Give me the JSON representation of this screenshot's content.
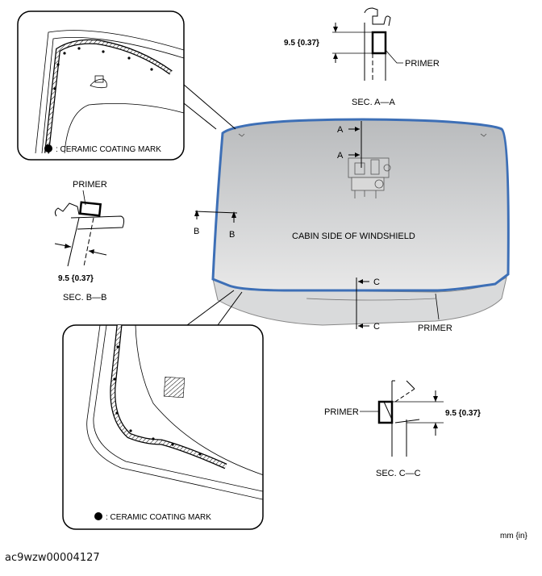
{
  "colors": {
    "primer_line": "#3d6fb6",
    "glass": "#c9cbcd",
    "callout_border": "#000000"
  },
  "callout_top": {
    "legend_text": ": CERAMIC COATING MARK"
  },
  "callout_bottom": {
    "legend_text": ": CERAMIC COATING MARK"
  },
  "section_aa": {
    "dimension": "9.5 {0.37}",
    "primer_label": "PRIMER",
    "caption": "SEC. A—A"
  },
  "section_bb": {
    "primer_label": "PRIMER",
    "dimension": "9.5 {0.37}",
    "caption": "SEC. B—B"
  },
  "section_cc": {
    "primer_label": "PRIMER",
    "dimension": "9.5 {0.37}",
    "caption": "SEC. C—C"
  },
  "windshield": {
    "center_label": "CABIN SIDE OF WINDSHIELD",
    "primer_label": "PRIMER",
    "marker_a_top": "A",
    "marker_a_bottom": "A",
    "marker_b_left": "B",
    "marker_b_right": "B",
    "marker_c_top": "C",
    "marker_c_bottom": "C"
  },
  "units_label": "mm {in}",
  "figure_code": "ac9wzw00004127"
}
